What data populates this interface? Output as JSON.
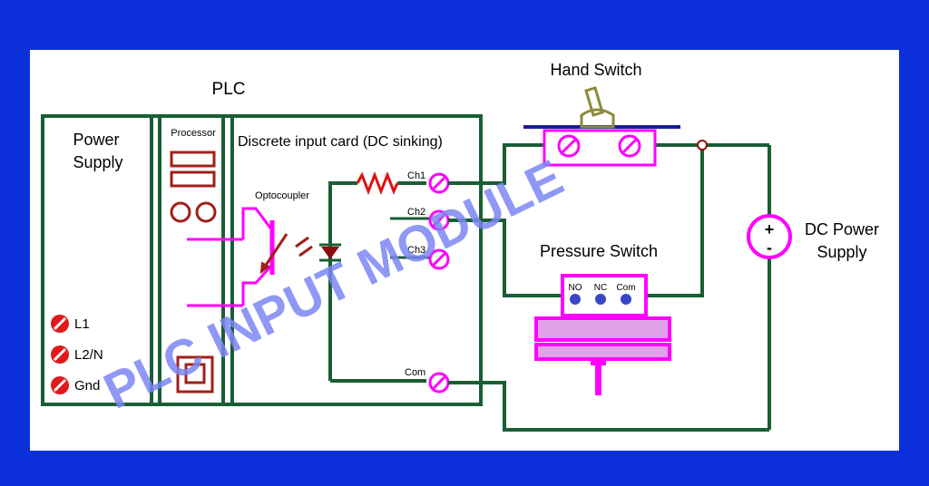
{
  "plc": {
    "title": "PLC",
    "power_supply": {
      "line1": "Power",
      "line2": "Supply"
    },
    "processor": "Processor",
    "input_card": "Discrete input card (DC sinking)",
    "optocoupler": "Optocoupler",
    "terminals": {
      "l1": "L1",
      "l2": "L2/N",
      "gnd": "Gnd"
    }
  },
  "channels": {
    "ch1": "Ch1",
    "ch2": "Ch2",
    "ch3": "Ch3",
    "com": "Com"
  },
  "hand_switch": "Hand Switch",
  "pressure_switch": {
    "title": "Pressure Switch",
    "no": "NO",
    "nc": "NC",
    "com": "Com"
  },
  "dc_supply": {
    "line1": "DC Power",
    "line2": "Supply",
    "plus": "+",
    "minus": "-"
  },
  "watermark": "PLC INPUT MODULE",
  "colors": {
    "background": "#0b2fd8",
    "wire": "#1a5e35",
    "magenta": "#ff00ff",
    "dark_red": "#a0201a",
    "resistor": "#e01010",
    "switch_bar": "#1a1aa0",
    "hand_switch": "#8a8a3a",
    "watermark": "#7b86f2"
  }
}
